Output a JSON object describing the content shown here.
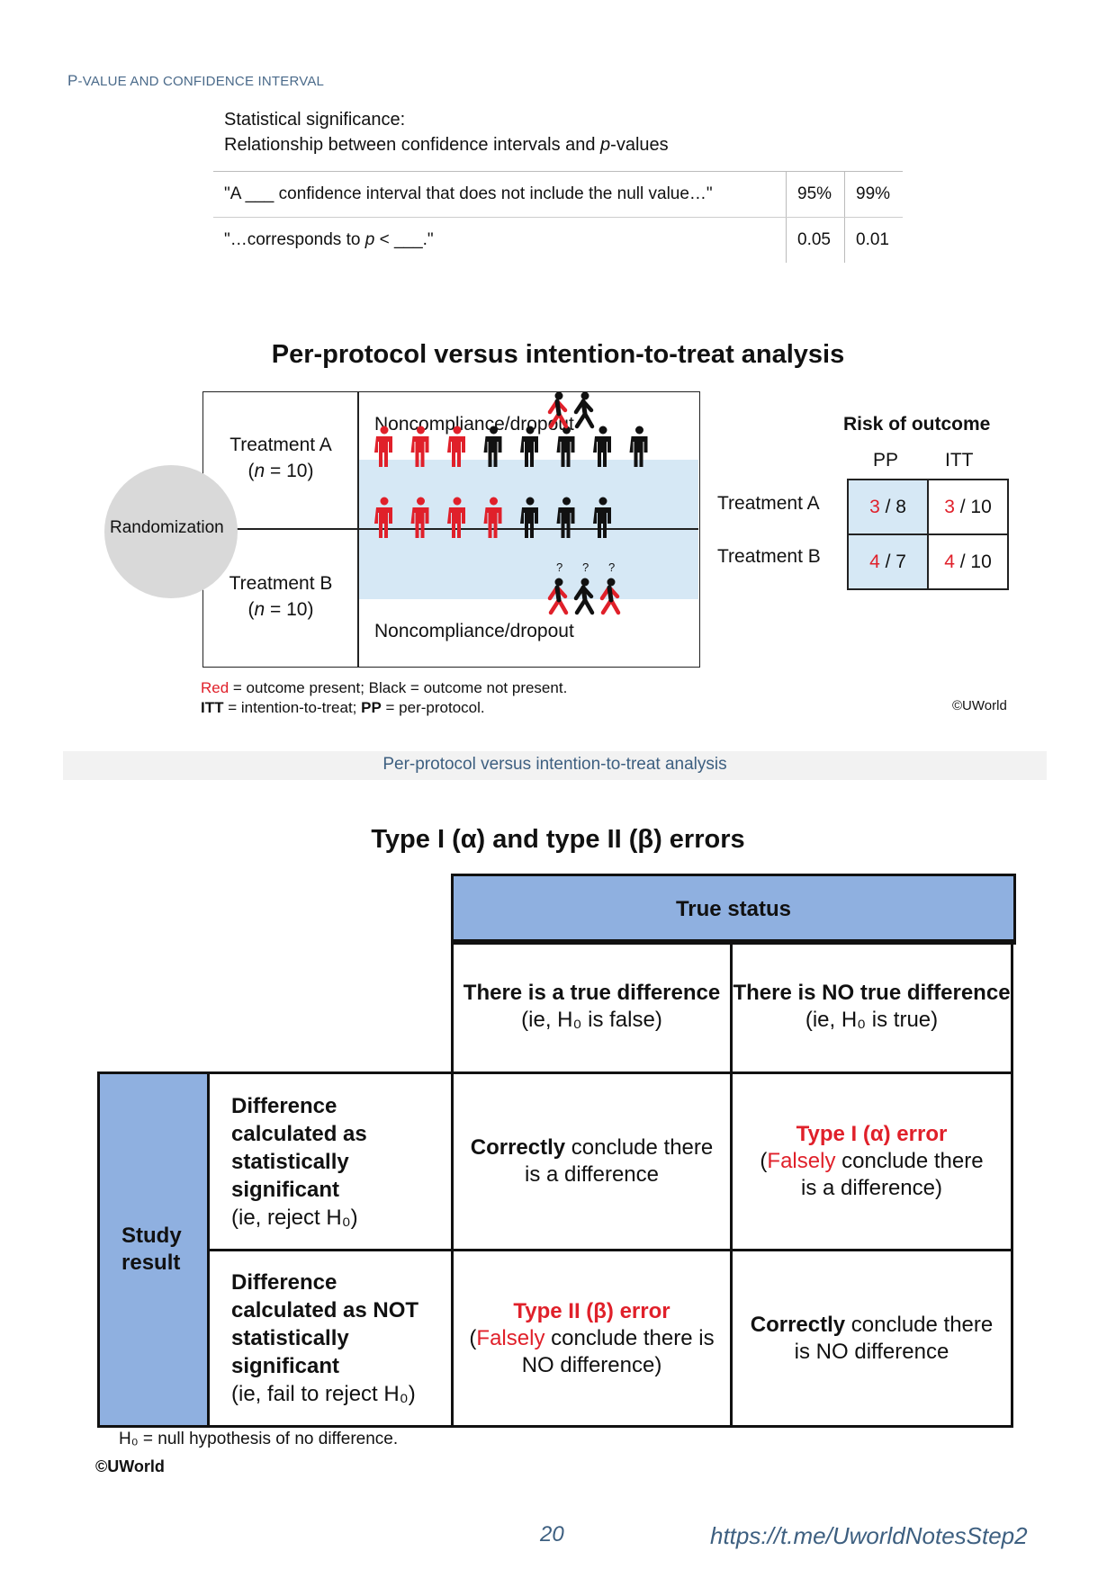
{
  "header": {
    "running_head_initial": "P",
    "running_head_rest": "-VALUE AND CONFIDENCE INTERVAL"
  },
  "significance": {
    "title_line1": "Statistical significance:",
    "title_line2_a": "Relationship between confidence intervals and ",
    "title_line2_p": "p",
    "title_line2_b": "-values",
    "rows": [
      {
        "text_a": "\"A ___ confidence interval that does not include the null value…\"",
        "text_p": "",
        "text_b": "",
        "v1": "95%",
        "v2": "99%"
      },
      {
        "text_a": "\"…corresponds to ",
        "text_p": "p",
        "text_b": " < ___.\"",
        "v1": "0.05",
        "v2": "0.01"
      }
    ]
  },
  "pp_itt": {
    "title": "Per-protocol versus intention-to-treat analysis",
    "randomization": "Randomization",
    "treatment_a": {
      "name": "Treatment A",
      "n_label": "(n = 10)",
      "n_italic": "n",
      "n_rest": " = 10)"
    },
    "treatment_b": {
      "name": "Treatment B",
      "n_label": "(n = 10)",
      "n_italic": "n",
      "n_rest": " = 10)"
    },
    "noncompliance": "Noncompliance/dropout",
    "question_mark": "?",
    "risk_heading": "Risk of outcome",
    "col_pp": "PP",
    "col_itt": "ITT",
    "row_a": "Treatment A",
    "row_b": "Treatment B",
    "risk": {
      "a_pp_num": "3",
      "a_pp_den": " / 8",
      "a_itt_num": "3",
      "a_itt_den": " / 10",
      "b_pp_num": "4",
      "b_pp_den": " / 7",
      "b_itt_num": "4",
      "b_itt_den": " / 10"
    },
    "figures": {
      "a_compliant": [
        "red",
        "red",
        "red",
        "black",
        "black",
        "black",
        "black",
        "black"
      ],
      "a_dropout": [
        "red",
        "black"
      ],
      "b_compliant": [
        "red",
        "red",
        "red",
        "red",
        "black",
        "black",
        "black"
      ],
      "b_dropout": [
        "red",
        "black",
        "red"
      ]
    },
    "legend_red": "Red",
    "legend_line1_rest": " = outcome present; Black = outcome not present.",
    "legend_itt": "ITT",
    "legend_itt_rest": " = intention-to-treat; ",
    "legend_pp": "PP",
    "legend_pp_rest": " = per-protocol.",
    "copyright": "©UWorld",
    "caption": "Per-protocol versus intention-to-treat analysis",
    "colors": {
      "red": "#e0202a",
      "black": "#111111",
      "band": "#d6e8f5"
    }
  },
  "errors": {
    "title": "Type I (α) and type II (β) errors",
    "true_status": "True status",
    "col1_bold": "There is a true difference",
    "col1_sub": "(ie, H₀ is false)",
    "col2_bold": "There is NO true difference",
    "col2_sub": "(ie, H₀ is true)",
    "study_result": "Study result",
    "row1_bold": "Difference calculated as statistically significant",
    "row1_sub": "(ie, reject H₀)",
    "row2_bold": "Difference calculated as NOT statistically significant",
    "row2_sub": "(ie, fail to reject H₀)",
    "r1c1_bold": "Correctly",
    "r1c1_rest": " conclude there is a difference",
    "r1c2_title": "Type I (α) error",
    "r1c2_open": "(",
    "r1c2_red": "Falsely",
    "r1c2_rest": " conclude there is a difference)",
    "r2c1_title": "Type II (β) error",
    "r2c1_open": "(",
    "r2c1_red": "Falsely",
    "r2c1_rest": " conclude there is NO difference)",
    "r2c2_bold": "Correctly",
    "r2c2_rest": " conclude there is NO difference",
    "legend": "H₀ = null hypothesis of no difference.",
    "copyright": "©UWorld",
    "colors": {
      "header_blue": "#8fb0e0",
      "error_red": "#e0202a"
    }
  },
  "footer": {
    "page_number": "20",
    "link": "https://t.me/UworldNotesStep2"
  }
}
